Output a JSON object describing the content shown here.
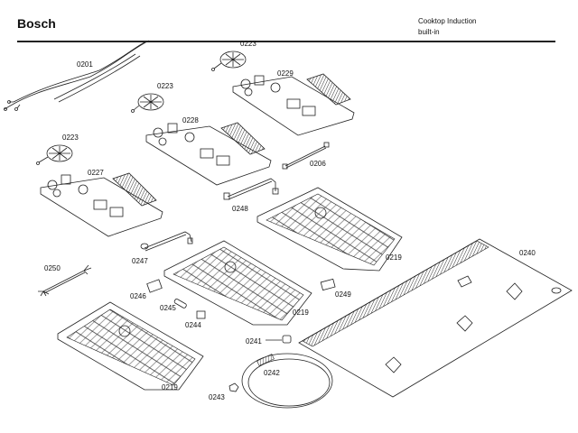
{
  "header": {
    "brand": "Bosch",
    "title_line1": "Cooktop Induction",
    "title_line2": "built-in"
  },
  "parts": {
    "cable_0201": "0201",
    "fan_top": "0223",
    "fan_mid": "0223",
    "fan_left": "0223",
    "board_0229": "0229",
    "board_0228": "0228",
    "board_0227": "0227",
    "harness_0206": "0206",
    "harness_0248": "0248",
    "harness_0247": "0247",
    "harness_0250": "0250",
    "carrier_right": "0219",
    "carrier_mid": "0219",
    "carrier_left": "0219",
    "glass_top_0240": "0240",
    "clip_0246": "0246",
    "fuse_0245": "0245",
    "connector_0244": "0244",
    "connector_0249": "0249",
    "clamp_0241": "0241",
    "seal_0242": "0242",
    "clip_0243": "0243"
  }
}
